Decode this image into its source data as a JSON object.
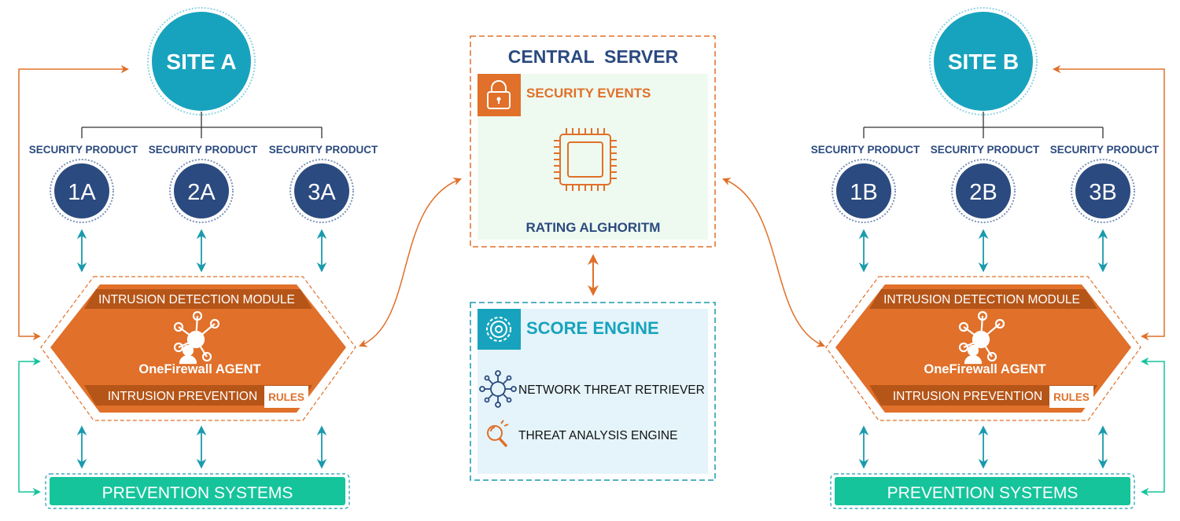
{
  "colors": {
    "teal": "#17a3bd",
    "navy": "#2b4a7f",
    "orange": "#e0702a",
    "arrow_teal": "#1a9aae",
    "green": "#16c49c",
    "server_bg": "#eefaf0",
    "score_bg": "#e4f4fa"
  },
  "site_a": {
    "title": "SITE A",
    "products": [
      {
        "caption": "SECURITY PRODUCT",
        "id": "1A"
      },
      {
        "caption": "SECURITY PRODUCT",
        "id": "2A"
      },
      {
        "caption": "SECURITY PRODUCT",
        "id": "3A"
      }
    ],
    "agent": {
      "detection": "INTRUSION DETECTION MODULE",
      "name": "OneFirewall AGENT",
      "prevention": "INTRUSION PREVENTION",
      "rules": "RULES"
    },
    "prevention_systems": "PREVENTION SYSTEMS"
  },
  "site_b": {
    "title": "SITE B",
    "products": [
      {
        "caption": "SECURITY PRODUCT",
        "id": "1B"
      },
      {
        "caption": "SECURITY PRODUCT",
        "id": "2B"
      },
      {
        "caption": "SECURITY PRODUCT",
        "id": "3B"
      }
    ],
    "agent": {
      "detection": "INTRUSION DETECTION MODULE",
      "name": "OneFirewall AGENT",
      "prevention": "INTRUSION PREVENTION",
      "rules": "RULES"
    },
    "prevention_systems": "PREVENTION SYSTEMS"
  },
  "central_server": {
    "title": "CENTRAL  SERVER",
    "security_events": "SECURITY EVENTS",
    "rating": "RATING ALGHORITM"
  },
  "score_engine": {
    "title": "SCORE ENGINE",
    "network_threat": "NETWORK THREAT RETRIEVER",
    "threat_analysis": "THREAT ANALYSIS ENGINE"
  },
  "icons": {
    "lock": "lock-icon",
    "chip": "chip-icon",
    "gear": "gear-icon",
    "network": "network-icon",
    "magnifier": "magnifier-icon",
    "agent": "agent-network-icon"
  }
}
